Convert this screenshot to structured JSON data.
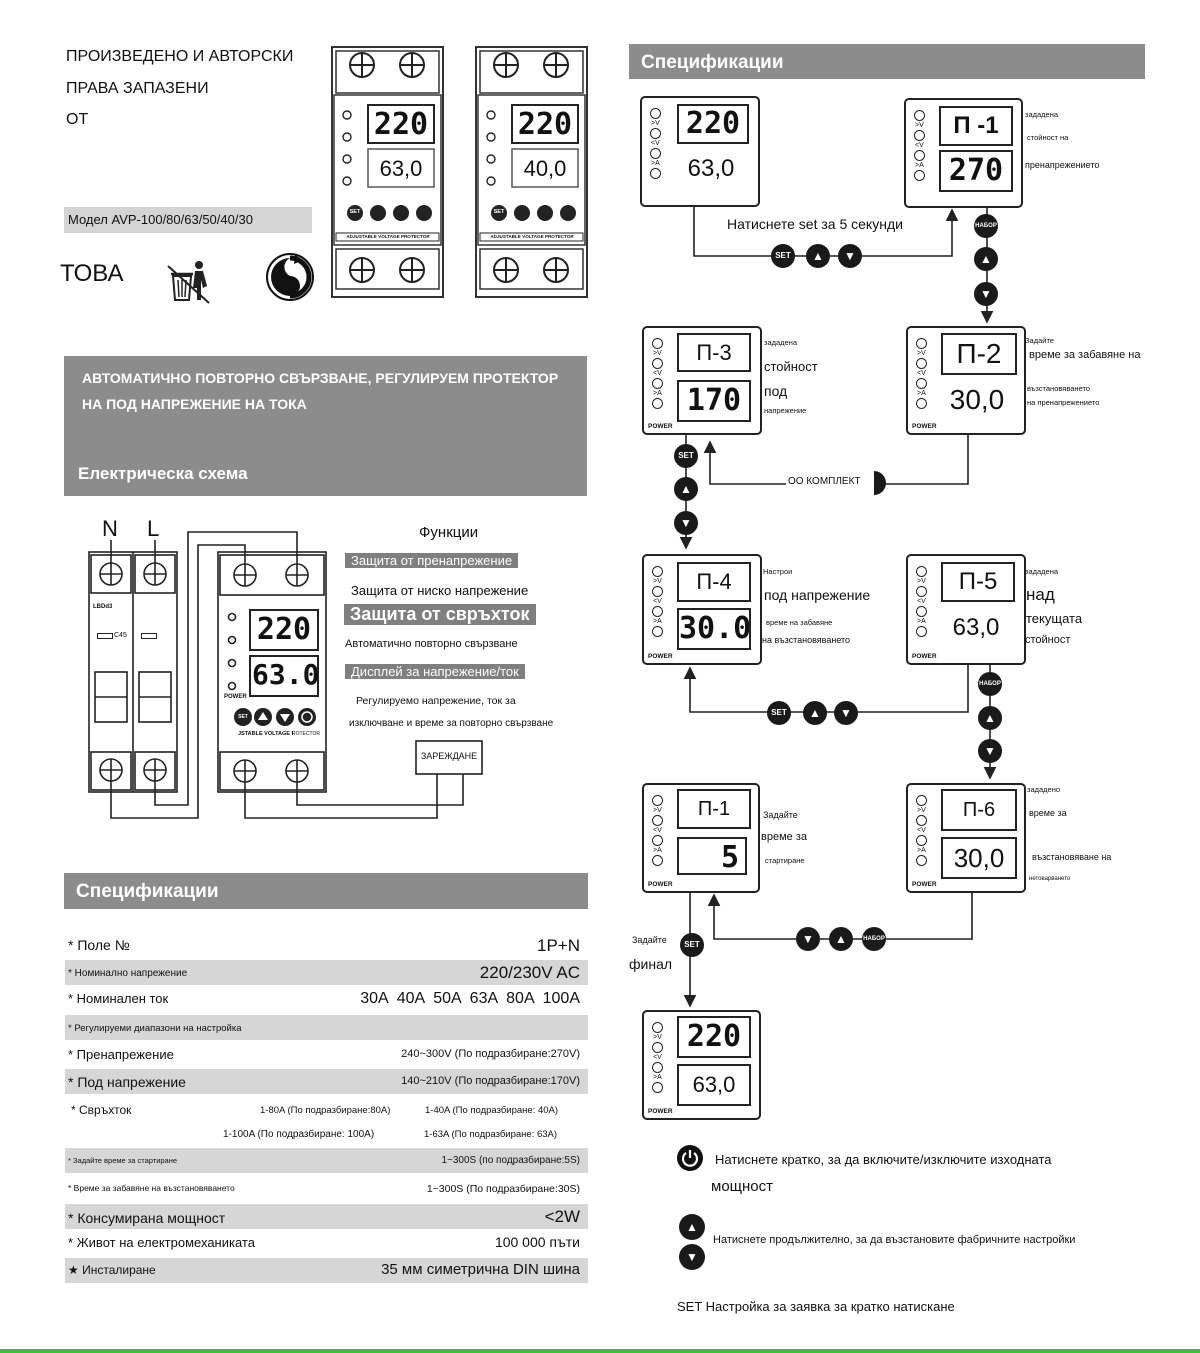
{
  "header": {
    "copyright_line1": "ПРОИЗВЕДЕНО И АВТОРСКИ",
    "copyright_line2": "ПРАВА ЗАПАЗЕНИ",
    "copyright_line3": "ОТ",
    "model": "Модел AVP-100/80/63/50/40/30",
    "this_label": "ТОВА"
  },
  "product_images": [
    {
      "top_display": "220",
      "bottom_display": "63,0",
      "brand": "ADJUSTABLE VOLTAGE PROTECTOR",
      "set_label": "SET"
    },
    {
      "top_display": "220",
      "bottom_display": "40,0",
      "brand": "ADJUSTABLE VOLTAGE PROTECTOR",
      "set_label": "SET"
    }
  ],
  "intro": {
    "line1": "АВТОМАТИЧНО ПОВТОРНО СВЪРЗВАНЕ, РЕГУЛИРУЕМ ПРОТЕКТОР",
    "line2": "НА ПОД НАПРЕЖЕНИЕ НА ТОКА",
    "section_title": "Електрическа схема"
  },
  "schematic": {
    "n_label": "N",
    "l_label": "L",
    "breaker_brand": "LBDd3",
    "breaker_rating": "C45",
    "protector_top": "220",
    "protector_bottom": "63.0",
    "protector_brand": "JSTABLE VOLTAGE I",
    "protector_brand2": "ROTECTOR",
    "power_label": "POWER",
    "set_label": "SET",
    "load_label": "ЗАРЕЖДАНЕ",
    "functions_title": "Функции",
    "functions": [
      "Защита от пренапрежение",
      "Защита от ниско напрежение",
      "Защита от свръхток",
      "Автоматично повторно свързване",
      "Дисплей за напрежение/ток",
      "Регулируемо напрежение, ток за",
      "изключване и време за повторно свързване"
    ]
  },
  "specs": {
    "title": "Спецификации",
    "rows": [
      {
        "label": "* Поле №",
        "value": "1P+N"
      },
      {
        "label": "* Номинално напрежение",
        "value": "220/230V AC"
      },
      {
        "label": "* Номинален ток",
        "value": "30A  40A  50A  63A  80A  100A"
      },
      {
        "label": "* Регулируеми диапазони на настройка",
        "value": ""
      },
      {
        "label": "* Пренапрежение",
        "value": "240~300V (По подразбиране:270V)"
      },
      {
        "label": "* Под напрежение",
        "value": "140~210V (По подразбиране:170V)"
      },
      {
        "label": "* Свръхток",
        "value": "1-80A (По подразбиране:80A)",
        "value2": "1-40A (По подразбиране: 40A)"
      },
      {
        "label": "",
        "value": "1-100A (По подразбиране: 100A)",
        "value2": "1-63A (По подразбиране: 63A)"
      },
      {
        "label": "* Задайте време за стартиране",
        "value": "1~300S (по подразбиране:5S)"
      },
      {
        "label": "* Време за забавяне на възстановяването",
        "value": "1~300S (По подразбиране:30S)"
      },
      {
        "label": "* Консумирана мощност",
        "value": "<2W"
      },
      {
        "label": "* Живот на електромеханиката",
        "value": "100 000 пъти"
      },
      {
        "label": "★ Инсталиране",
        "value": "35 мм симетрична DIN шина"
      }
    ]
  },
  "flow": {
    "title": "Спецификации",
    "press_set_5s": "Натиснете set за 5 секунди",
    "set": "SET",
    "nabor": "НАБОР",
    "power": "POWER",
    "led_labels": [
      ">V",
      "<V",
      ">A"
    ],
    "ok_label": "OO КОМПЛЕКТ",
    "set_final_1": "Задайте",
    "set_final_2": "финал",
    "meters": {
      "m1": {
        "top": "220",
        "bottom": "63,0"
      },
      "m2": {
        "top": "П -1",
        "bottom": "270",
        "n1": "зададена",
        "n2": "стойност на",
        "n3": "пренапрежението"
      },
      "m3": {
        "top": "П-3",
        "bottom": "170",
        "n1": "зададена",
        "n2": "стойност",
        "n3": "под",
        "n4": "напрежение"
      },
      "m4": {
        "top": "П-2",
        "bottom": "30,0",
        "n1": "Задайте",
        "n2": "време за забавяне на",
        "n3": "възстановяването",
        "n4": "на пренапрежението"
      },
      "m5": {
        "top": "П-4",
        "bottom": "30.0",
        "n1": "Настрои",
        "n2": "под напрежение",
        "n3": "време на забавяне",
        "n4": "на възстановяването"
      },
      "m6": {
        "top": "П-5",
        "bottom": "63,0",
        "n1": "зададена",
        "n2": "над",
        "n3": "текущата",
        "n4": "стойност"
      },
      "m7": {
        "top": "П-1",
        "bottom": "5",
        "n1": "Задайте",
        "n2": "време за",
        "n3": "стартиране"
      },
      "m8": {
        "top": "П-6",
        "bottom": "30,0",
        "n1": "зададено",
        "n2": "време за",
        "n3": "възстановяване на",
        "n4": "нетоварването"
      },
      "m9": {
        "top": "220",
        "bottom": "63,0"
      }
    },
    "legend": {
      "power_text_1": "Натиснете кратко, за да включите/изключите изходната",
      "power_text_2": "мощност",
      "updown_text": "Натиснете продължително, за да възстановите фабричните настройки",
      "set_text": "SET Настройка за заявка за кратко натискане"
    }
  },
  "colors": {
    "bar": "#8c8c8d",
    "shade": "#d6d6d6",
    "accent_bottom": "#3fbf3f"
  }
}
